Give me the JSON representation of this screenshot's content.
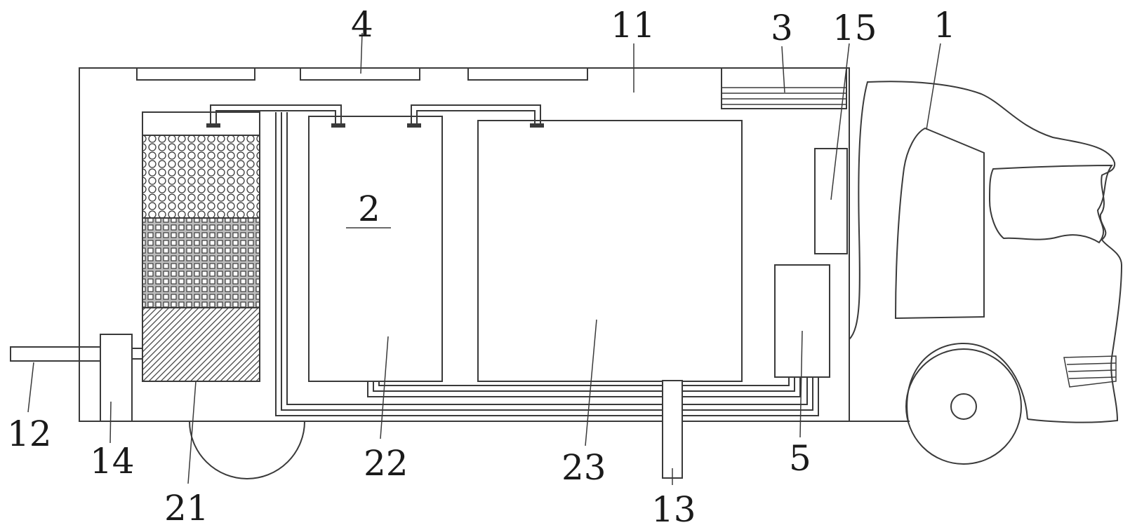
{
  "labels": {
    "l1": "1",
    "l2": "2",
    "l3": "3",
    "l4": "4",
    "l5": "5",
    "l11": "11",
    "l12": "12",
    "l13": "13",
    "l14": "14",
    "l15": "15",
    "l21": "21",
    "l22": "22",
    "l23": "23"
  },
  "colors": {
    "line": "#3a3a3a",
    "text": "#1a1a1a",
    "background": "#ffffff"
  }
}
